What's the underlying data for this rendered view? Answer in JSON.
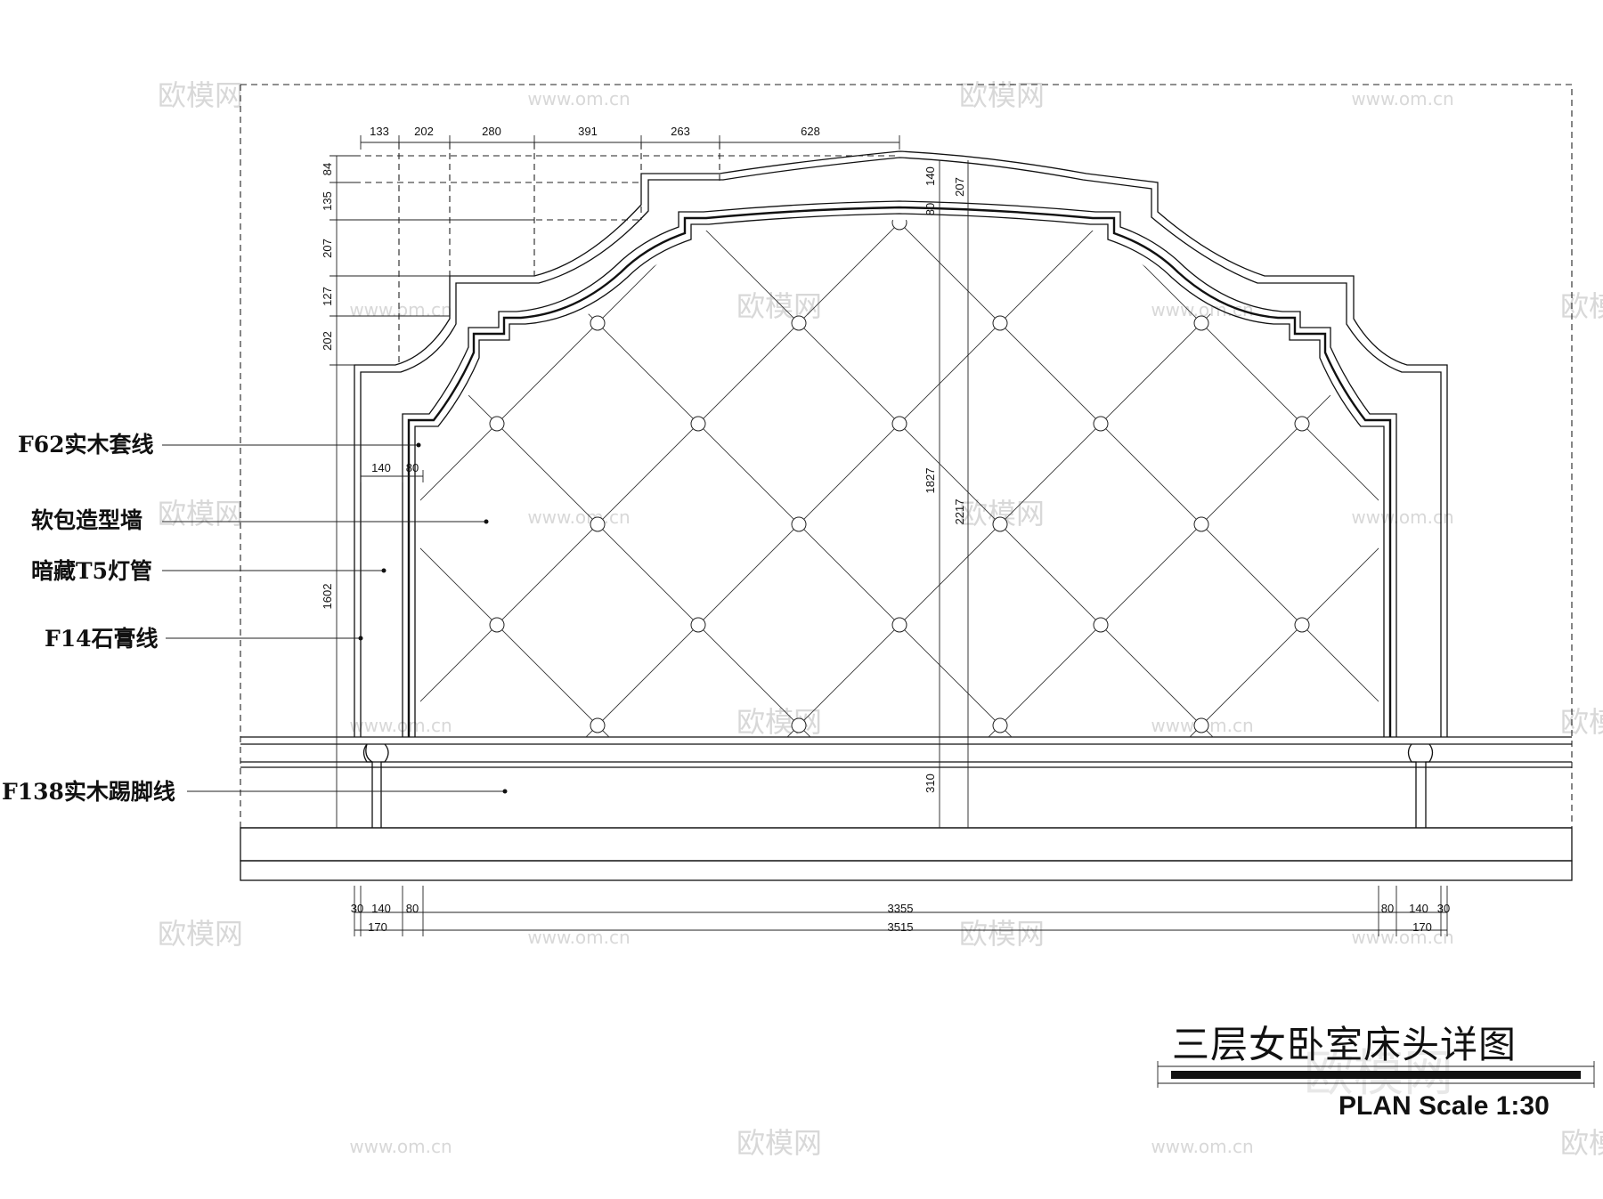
{
  "drawing": {
    "title": "三层女卧室床头详图",
    "scale_label": "PLAN Scale 1:30"
  },
  "labels": [
    {
      "id": "casing",
      "text": "F62实木套线"
    },
    {
      "id": "softpanel",
      "text": "软包造型墙"
    },
    {
      "id": "lamp",
      "text": "暗藏T5灯管"
    },
    {
      "id": "plaster",
      "text": "F14石膏线"
    },
    {
      "id": "skirting",
      "text": "F138实木踢脚线"
    }
  ],
  "dimensions": {
    "top": [
      "133",
      "202",
      "280",
      "391",
      "263",
      "628"
    ],
    "left": [
      "84",
      "135",
      "207",
      "127",
      "202",
      "1602"
    ],
    "inner_left": [
      "140",
      "80"
    ],
    "center": [
      "140",
      "207",
      "80",
      "1827",
      "2217",
      "310"
    ],
    "bottom_row1": [
      "30",
      "140",
      "80",
      "3355",
      "80",
      "140",
      "30"
    ],
    "bottom_row2": [
      "170",
      "3515",
      "170"
    ]
  },
  "watermarks": [
    "欧模网",
    "www.om.cn",
    "om.cn"
  ]
}
